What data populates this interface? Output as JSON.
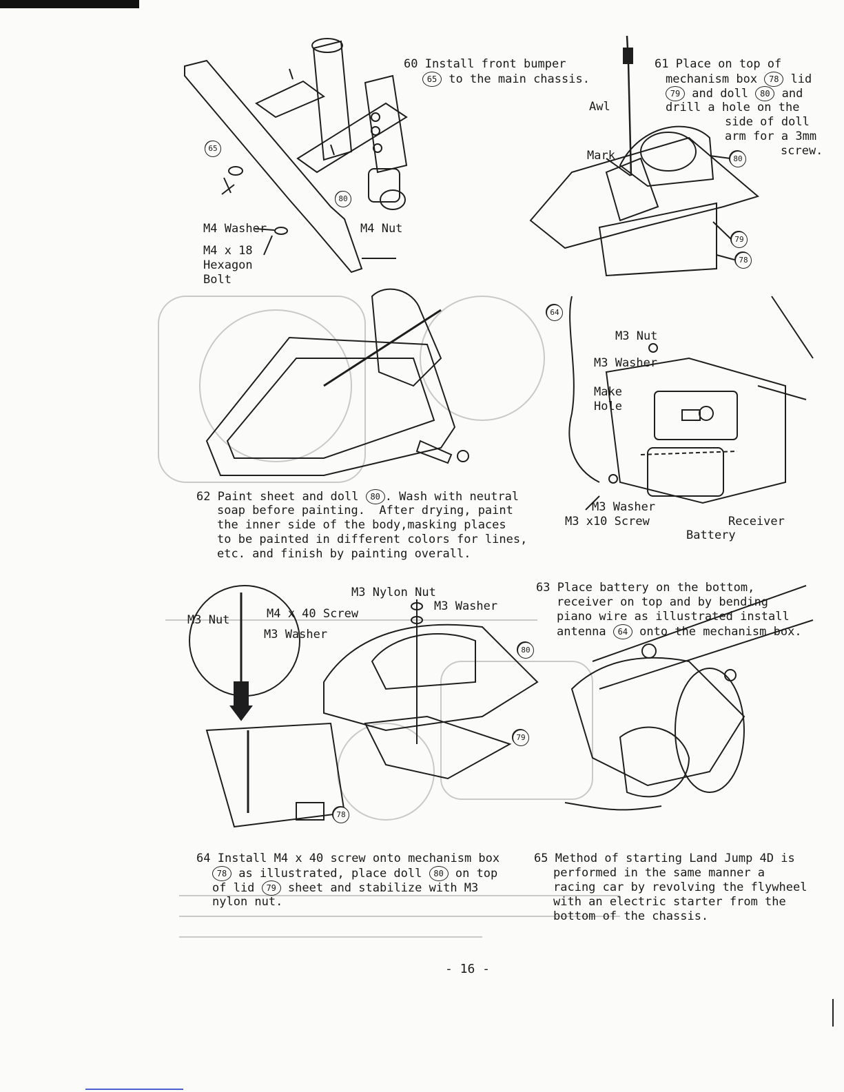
{
  "steps": {
    "s60": {
      "num": "60",
      "text": "Install front bumper",
      "tag": "65",
      "text2": "to the main chassis."
    },
    "s61": {
      "num": "61",
      "l1": "Place on top of",
      "l2": "mechanism box",
      "t78": "78",
      "l2b": "lid",
      "t79": "79",
      "l3a": "and doll",
      "t80": "80",
      "l3b": "and",
      "l4": "drill a hole on the",
      "l5": "side of doll",
      "l6": "arm for a 3mm",
      "l7": "screw."
    },
    "s62": {
      "num": "62",
      "l1a": "Paint sheet and doll",
      "t80": "80",
      "l1b": ". Wash with neutral",
      "l2": "soap before painting.  After drying, paint",
      "l3": "the inner side of the body,masking places",
      "l4": "to be painted in different colors for lines,",
      "l5": "etc. and finish by painting overall."
    },
    "s63": {
      "num": "63",
      "l1": "Place battery on the bottom,",
      "l2": "receiver on top and by bending",
      "l3": "piano wire as illustrated install",
      "l4a": "antenna",
      "t64": "64",
      "l4b": "onto the mechanism box."
    },
    "s64": {
      "num": "64",
      "l1": "Install M4 x 40 screw onto mechanism box",
      "t78": "78",
      "l2a": "as illustrated, place doll",
      "t80": "80",
      "l2b": "on top",
      "l3a": "of lid",
      "t79": "79",
      "l3b": "sheet and stabilize with M3",
      "l4": "nylon nut."
    },
    "s65": {
      "num": "65",
      "l1": "Method of starting Land Jump 4D is",
      "l2": "performed in the same manner a",
      "l3": "racing car by revolving the flywheel",
      "l4": "with an electric starter from the",
      "l5": "bottom of the chassis."
    }
  },
  "labels": {
    "m4_washer": "M4 Washer",
    "m4_nut": "M4 Nut",
    "m4x18": "M4 x 18",
    "hexagon": "Hexagon",
    "bolt": "Bolt",
    "awl": "Awl",
    "mark": "Mark",
    "m3_nut_a": "M3 Nut",
    "m3_washer_a": "M3 Washer",
    "make": "Make",
    "hole": "Hole",
    "m3_washer_b": "M3 Washer",
    "m3x10": "M3 x10 Screw",
    "receiver": "Receiver",
    "battery": "Battery",
    "m3_nylon_nut": "M3 Nylon Nut",
    "m3_washer_c": "M3 Washer",
    "m3_nut_b": "M3 Nut",
    "m4x40": "M4 x 40 Screw",
    "m3_washer_d": "M3 Washer"
  },
  "tags": {
    "t65": "65",
    "t80a": "80",
    "t80b": "80",
    "t79a": "79",
    "t78a": "78",
    "t64": "64",
    "t80c": "80",
    "t79b": "79",
    "t78b": "78"
  },
  "page": {
    "number": "- 16 -"
  }
}
